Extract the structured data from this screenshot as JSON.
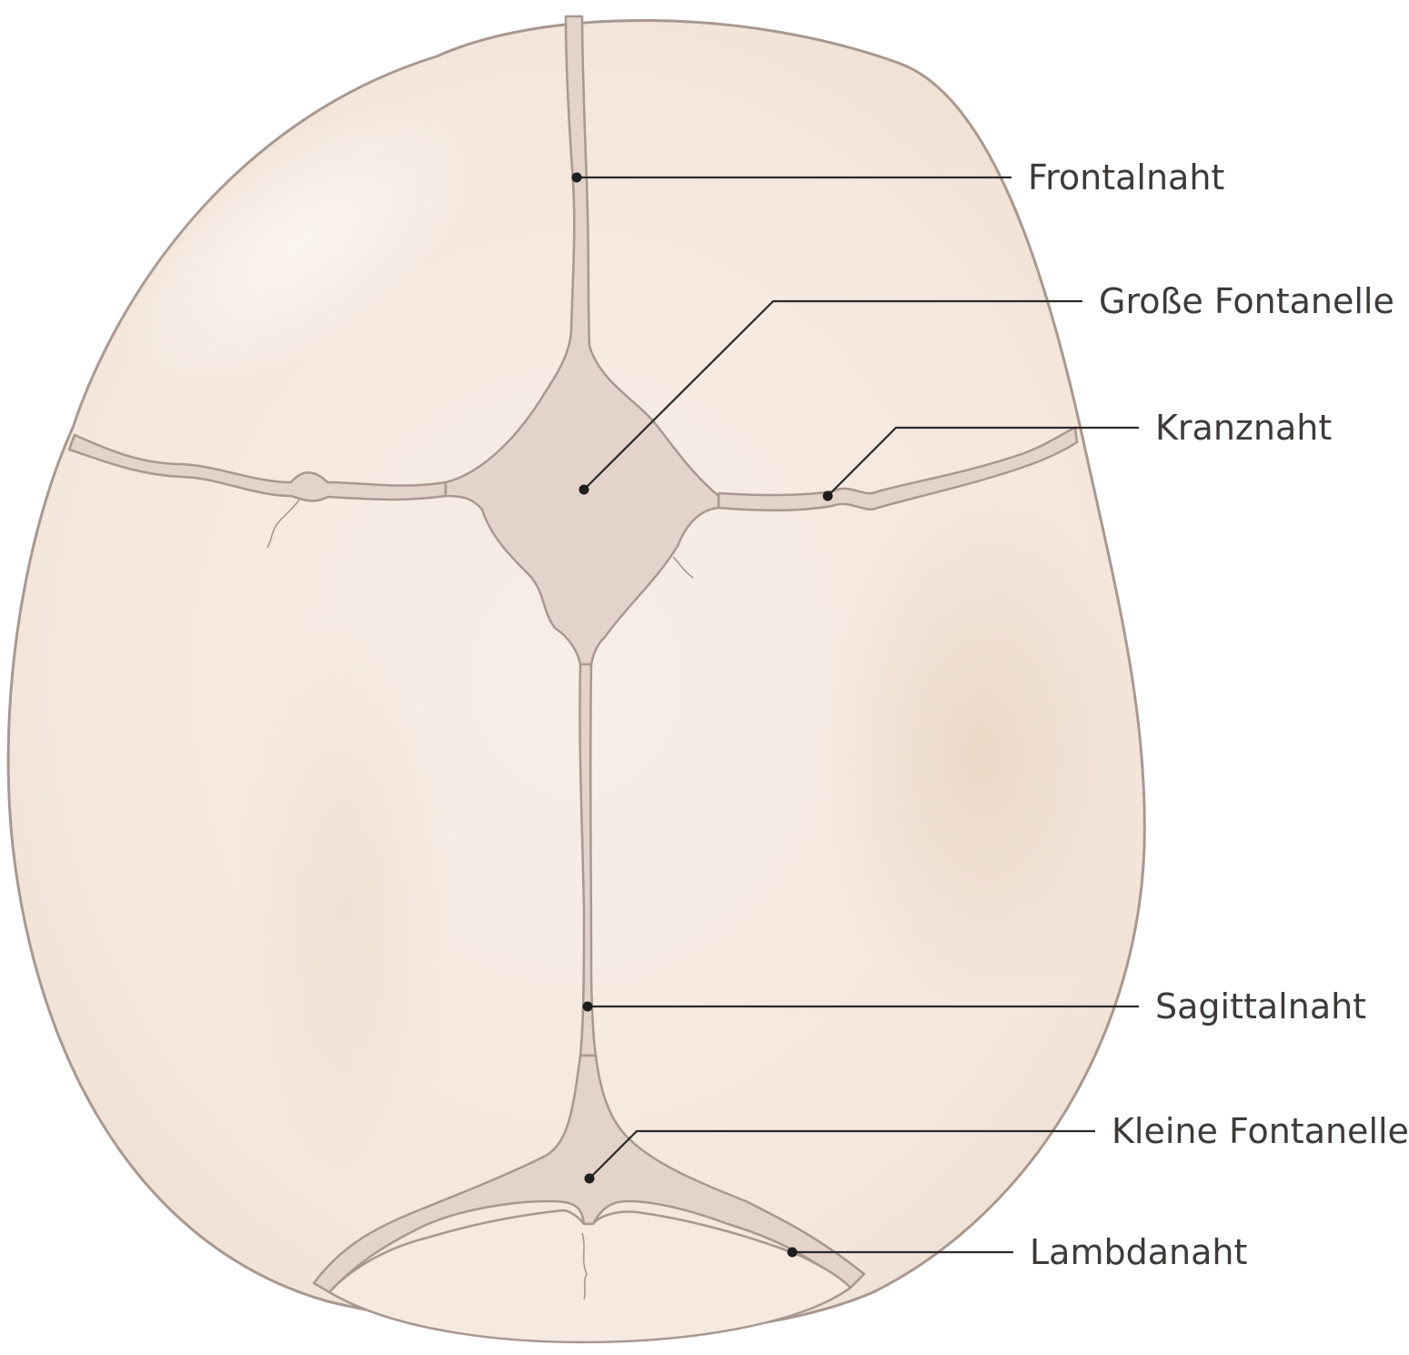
{
  "diagram": {
    "labels": {
      "frontalnaht": "Frontalnaht",
      "grosse_fontanelle": "Große Fontanelle",
      "kranznaht": "Kranznaht",
      "sagittalnaht": "Sagittalnaht",
      "kleine_fontanelle": "Kleine Fontanelle",
      "lambdanaht": "Lambdanaht"
    },
    "colors": {
      "bone": "#f6ebe2",
      "suture": "#e4d3ca",
      "outline": "#a89890",
      "fontanelle": "#e2d2c9"
    }
  }
}
